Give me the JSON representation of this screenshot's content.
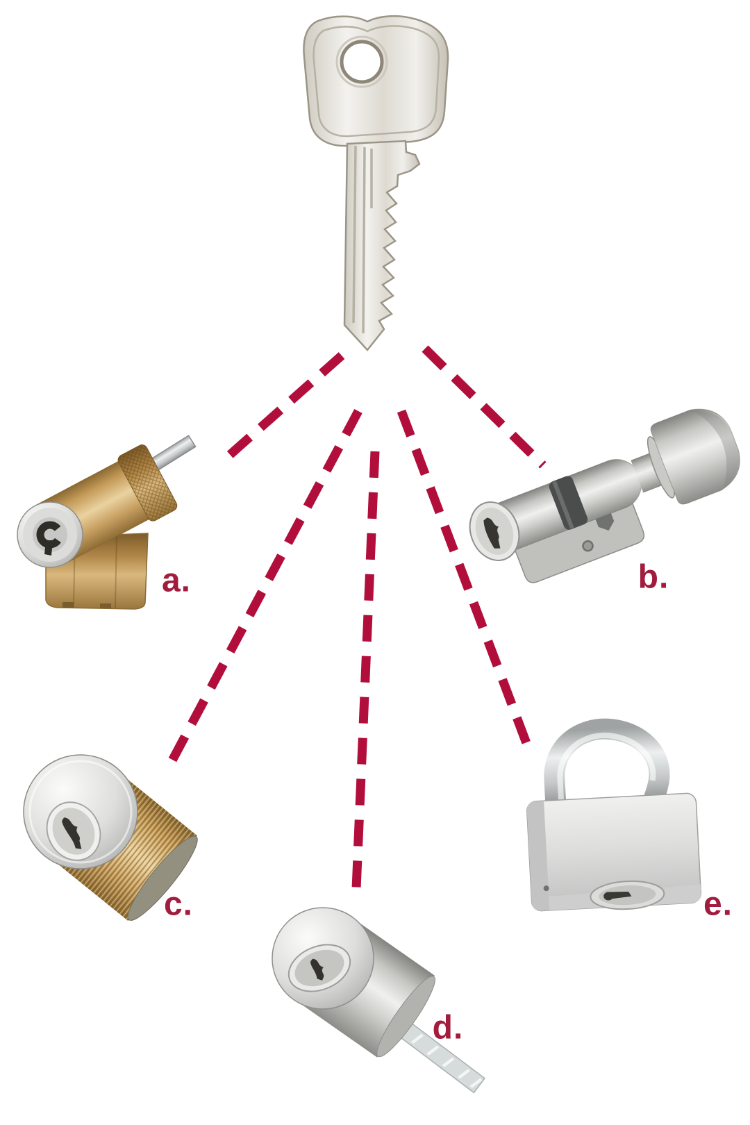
{
  "diagram": {
    "background_color": "#ffffff",
    "connector": {
      "color": "#B10E3C",
      "style": "dashed"
    },
    "label_color": "#A21C3E",
    "key": {
      "name": "pin-tumbler-key",
      "finish": "nickel-silver"
    },
    "items": [
      {
        "id": "a",
        "label": "a.",
        "name": "oval-cylinder-lock-with-tailpiece",
        "finish": "brass"
      },
      {
        "id": "b",
        "label": "b.",
        "name": "euro-profile-cylinder-with-thumbturn",
        "finish": "satin-nickel"
      },
      {
        "id": "c",
        "label": "c.",
        "name": "mortise-cylinder",
        "finish": "brass-with-chrome-face"
      },
      {
        "id": "d",
        "label": "d.",
        "name": "rim-cylinder-with-tailpiece",
        "finish": "chrome"
      },
      {
        "id": "e",
        "label": "e.",
        "name": "padlock",
        "finish": "steel"
      }
    ],
    "connections": [
      {
        "from": "key",
        "to": "a"
      },
      {
        "from": "key",
        "to": "b"
      },
      {
        "from": "key",
        "to": "c"
      },
      {
        "from": "key",
        "to": "d"
      },
      {
        "from": "key",
        "to": "e"
      }
    ]
  }
}
